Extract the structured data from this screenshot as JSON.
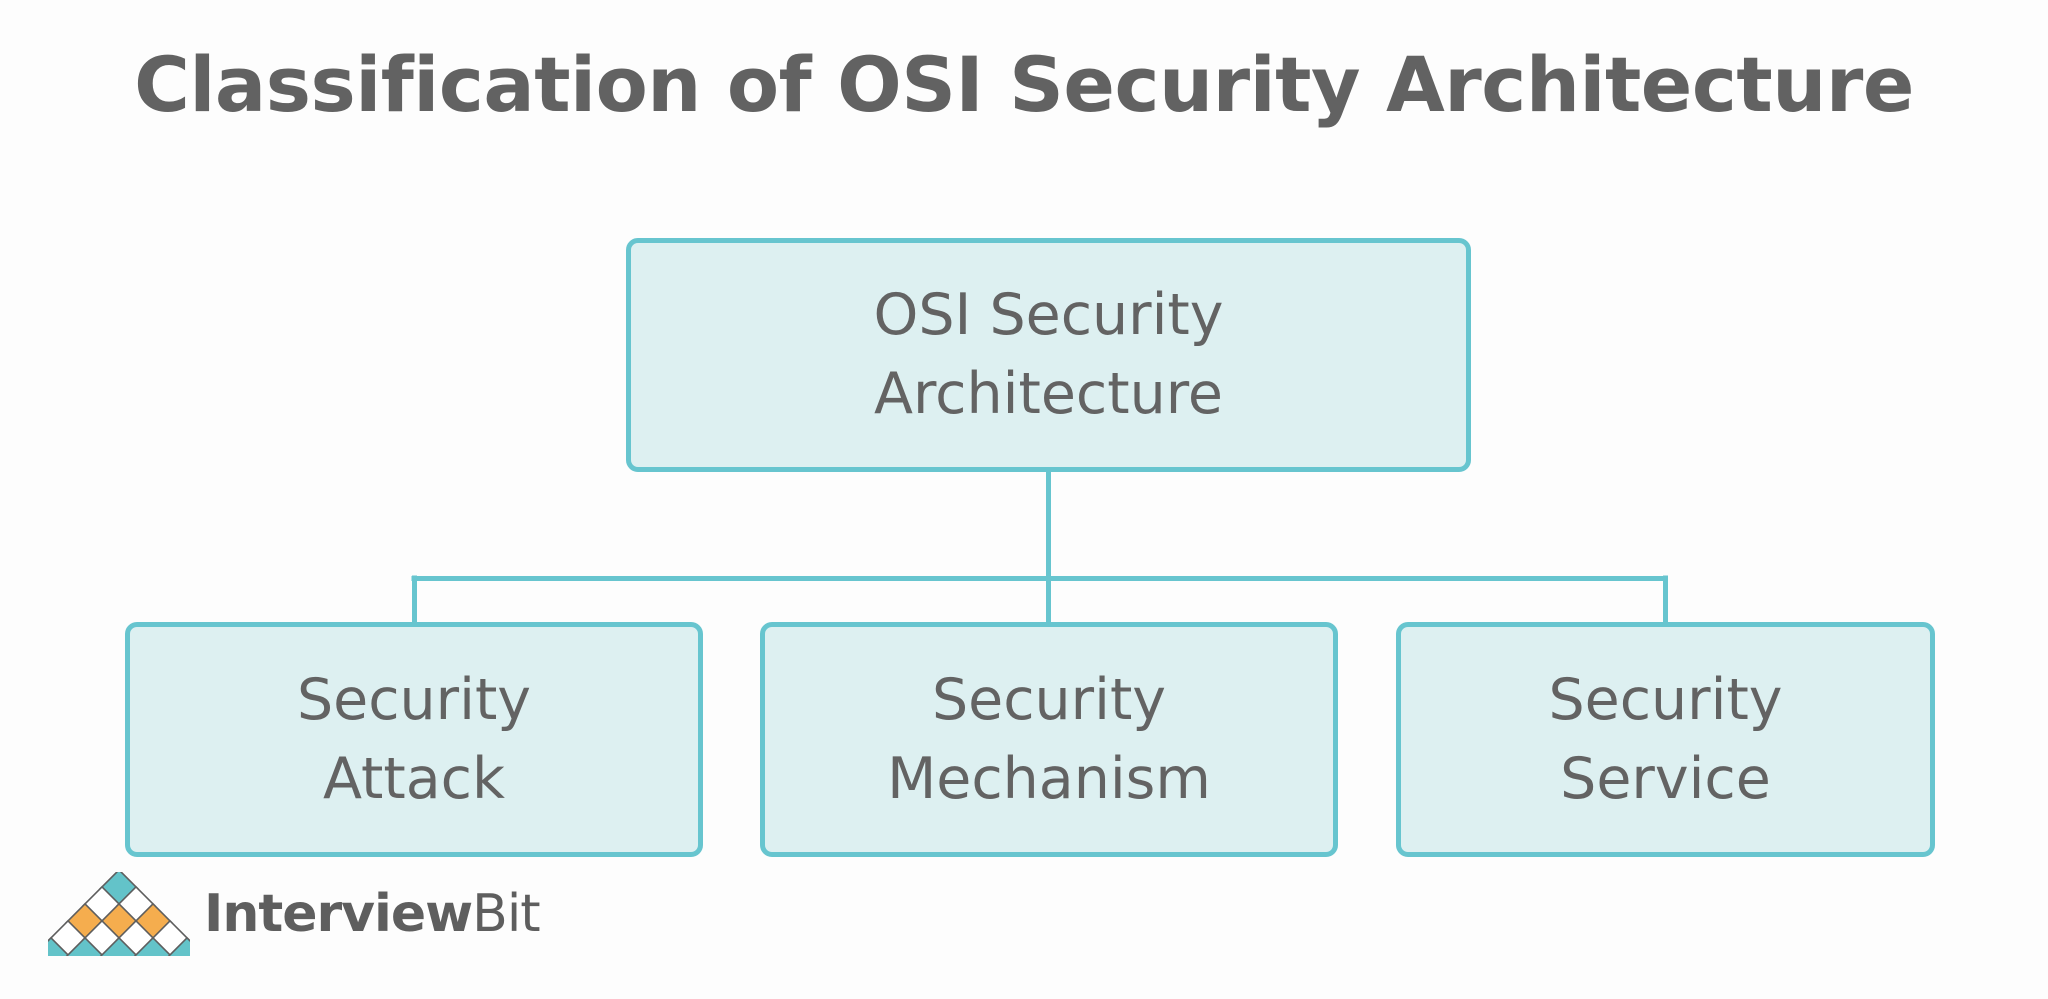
{
  "page": {
    "title": "Classification of OSI Security Architecture",
    "background_color": "#fdfdfd"
  },
  "theme": {
    "node_fill": "#ddf0f1",
    "node_border": "#67c5cf",
    "node_text": "#636363",
    "title_text": "#626262",
    "connector_color": "#67c5cf",
    "logo_teal": "#63c3c9",
    "logo_orange": "#f5ad4e",
    "logo_outline": "#5e5e5e",
    "logo_text": "#5e5e5e"
  },
  "chart_data": {
    "type": "diagram",
    "diagram_kind": "hierarchy-tree",
    "title": "Classification of OSI Security Architecture",
    "orientation": "top-down",
    "levels": 2,
    "nodes": [
      {
        "id": "root",
        "label": "OSI Security\nArchitecture",
        "level": 0,
        "parent": null
      },
      {
        "id": "attack",
        "label": "Security\nAttack",
        "level": 1,
        "parent": "root"
      },
      {
        "id": "mechanism",
        "label": "Security\nMechanism",
        "level": 1,
        "parent": "root"
      },
      {
        "id": "service",
        "label": "Security\nService",
        "level": 1,
        "parent": "root"
      }
    ],
    "edges": [
      {
        "from": "root",
        "to": "attack"
      },
      {
        "from": "root",
        "to": "mechanism"
      },
      {
        "from": "root",
        "to": "service"
      }
    ]
  },
  "diagram": {
    "root": {
      "line1": "OSI Security",
      "line2": "Architecture",
      "label": "OSI Security\nArchitecture"
    },
    "children": [
      {
        "id": "attack",
        "line1": "Security",
        "line2": "Attack",
        "label": "Security\nAttack"
      },
      {
        "id": "mechanism",
        "line1": "Security",
        "line2": "Mechanism",
        "label": "Security\nMechanism"
      },
      {
        "id": "service",
        "line1": "Security",
        "line2": "Service",
        "label": "Security\nService"
      }
    ]
  },
  "logo": {
    "name": "InterviewBit",
    "word_primary": "Interview",
    "word_secondary": "Bit",
    "mark_icon": "interviewbit-pyramid-icon",
    "mark_rows": [
      {
        "row": 1,
        "colors": [
          "teal"
        ]
      },
      {
        "row": 2,
        "colors": [
          "white",
          "white"
        ]
      },
      {
        "row": 3,
        "colors": [
          "orange",
          "orange",
          "orange"
        ]
      },
      {
        "row": 4,
        "colors": [
          "white",
          "white",
          "white",
          "white"
        ]
      },
      {
        "row": 5,
        "colors": [
          "teal",
          "teal",
          "teal",
          "teal",
          "teal"
        ]
      }
    ]
  }
}
